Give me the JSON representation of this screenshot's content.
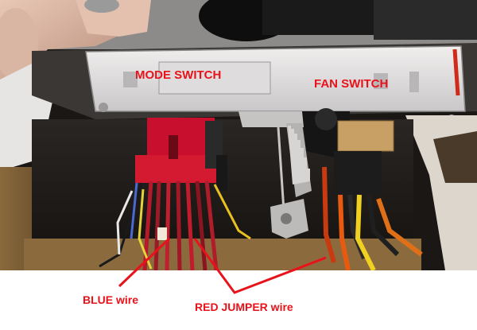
{
  "labels": {
    "mode_switch": "MODE SWITCH",
    "fan_switch": "FAN SWITCH",
    "blue_wire": "BLUE wire",
    "red_jumper_wire": "RED JUMPER wire"
  },
  "colors": {
    "annotation": "#e8121a",
    "red_connector": "#c8102e",
    "background": "#ffffff"
  }
}
